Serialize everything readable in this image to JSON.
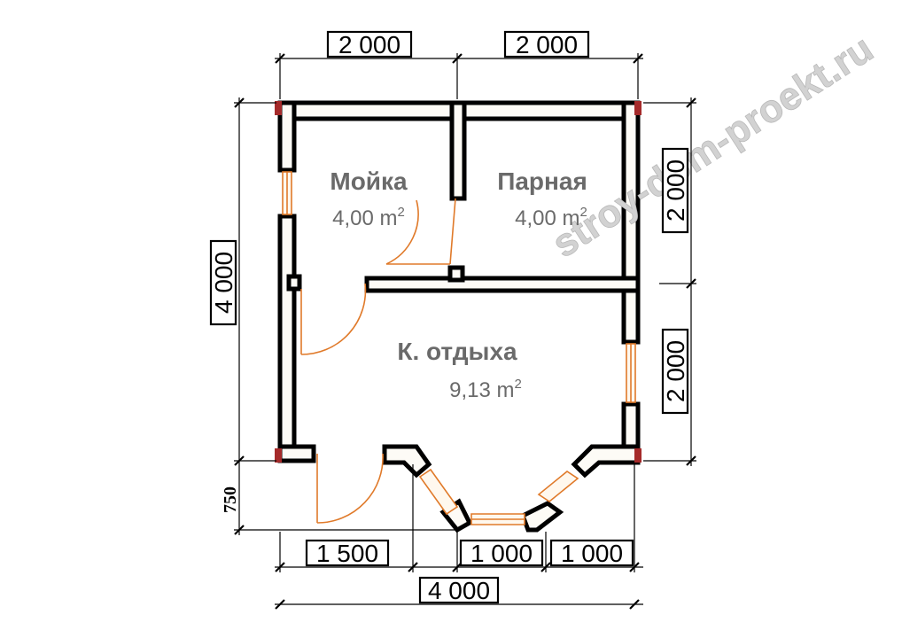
{
  "watermark": "stroy-dom-proekt.ru",
  "rooms": [
    {
      "name": "Мойка",
      "area": "4,00 m",
      "sup": "2"
    },
    {
      "name": "Парная",
      "area": "4,00 m",
      "sup": "2"
    },
    {
      "name": "К. отдыха",
      "area": "9,13 m",
      "sup": "2"
    }
  ],
  "dims": {
    "top_left": "2 000",
    "top_right": "2 000",
    "left": "4 000",
    "right_top": "2 000",
    "right_bottom": "2 000",
    "porch_depth": "750",
    "bottom_porch": "1 500",
    "bottom_mid": "1 000",
    "bottom_right": "1 000",
    "bottom_total": "4 000"
  },
  "colors": {
    "wall_fill": "#fdfbf6",
    "opening": "#e07a2a",
    "corner": "#a52a2a",
    "room_text": "#6a6a6a",
    "watermark": "#d2d2d2"
  }
}
